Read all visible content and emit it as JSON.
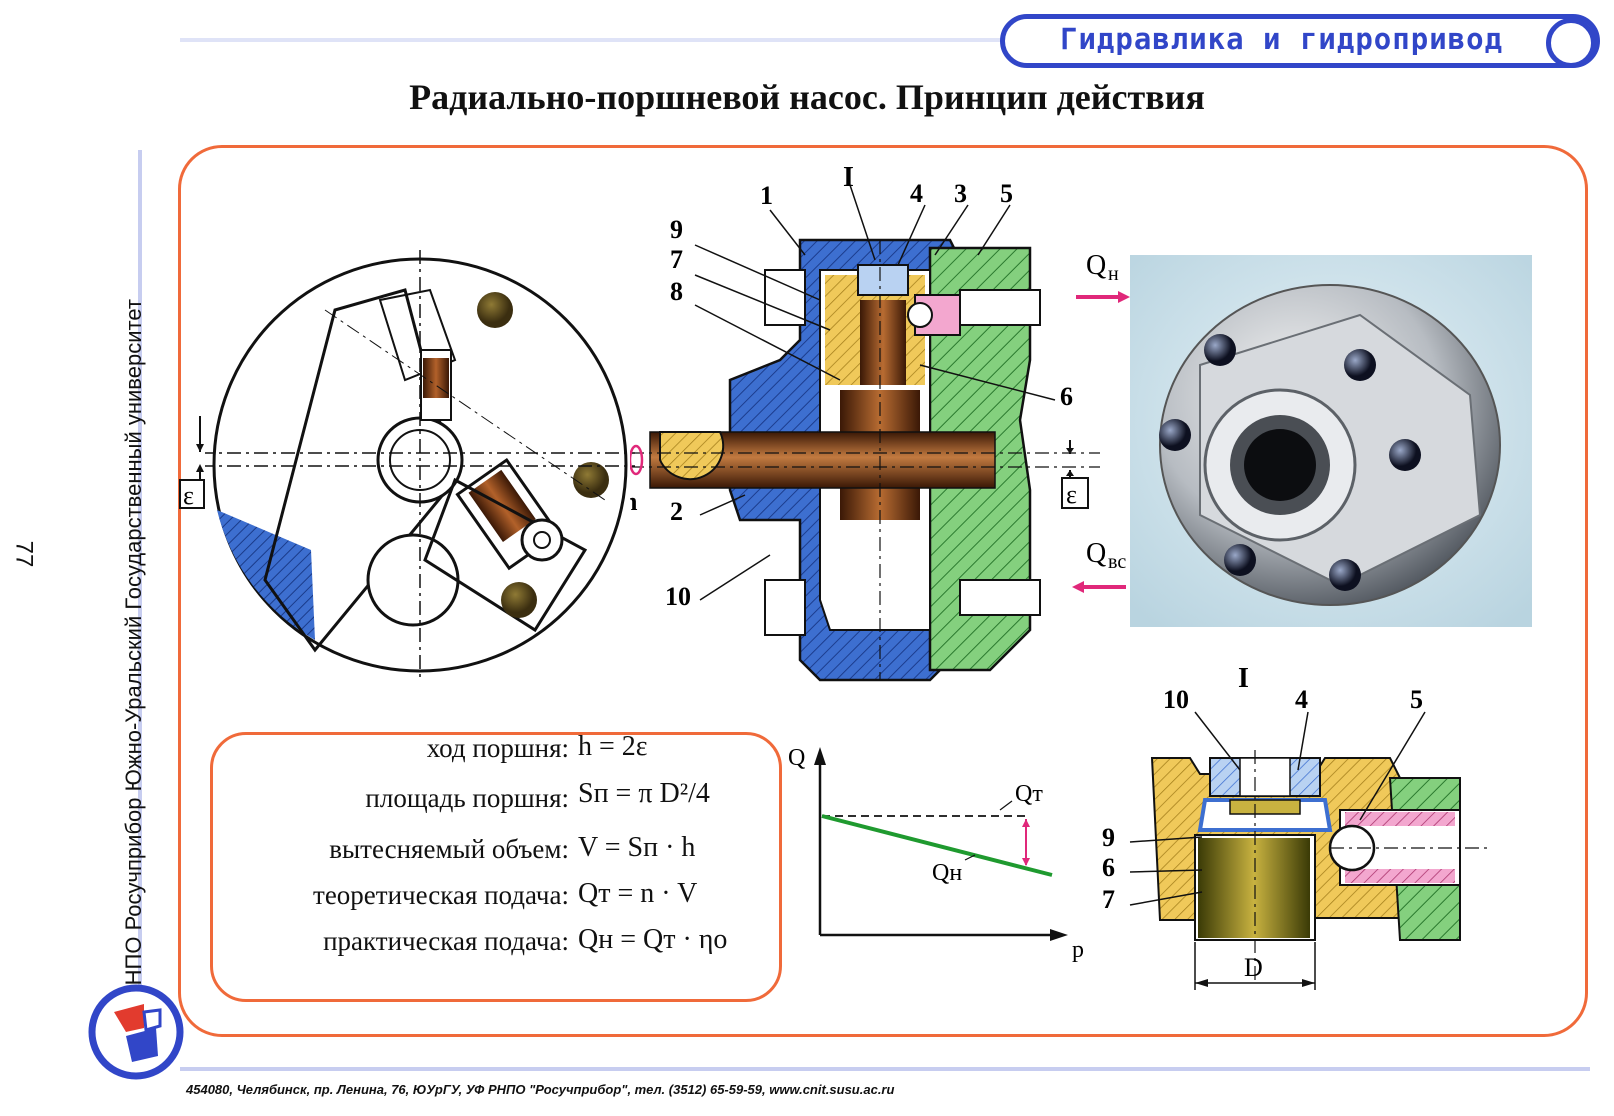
{
  "header": {
    "title": "Гидравлика и гидропривод"
  },
  "page_title": "Радиально-поршневой насос. Принцип действия",
  "sidebar": {
    "text": "РНПО Росучприбор    Южно-Уральский Государственный университет",
    "page_number": "77"
  },
  "section_view": {
    "label_i": "I",
    "part_labels": [
      "1",
      "4",
      "3",
      "5",
      "9",
      "7",
      "8",
      "6",
      "2",
      "10"
    ],
    "eccentricity": "ε",
    "rotation": "n",
    "flow_out": "Q",
    "flow_out_sub": "н",
    "flow_in": "Q",
    "flow_in_sub": "вс"
  },
  "detail_view": {
    "label_i": "I",
    "part_labels": [
      "10",
      "4",
      "5",
      "9",
      "6",
      "7"
    ],
    "dimension": "D"
  },
  "formulas": [
    {
      "label": "ход поршня:",
      "expr": "h = 2ε"
    },
    {
      "label": "площадь поршня:",
      "expr": "Sп = π D²/4"
    },
    {
      "label": "вытесняемый объем:",
      "expr": "V = Sп · h"
    },
    {
      "label": "теоретическая подача:",
      "expr": "Qт = n · V"
    },
    {
      "label": "практическая подача:",
      "expr": "Qн = Qт · ηo"
    }
  ],
  "graph": {
    "y_axis": "Q",
    "x_axis": "p",
    "theoretical_label": "Qт",
    "actual_label": "Qн",
    "colors": {
      "actual": "#1f9a2f",
      "theoretical": "#111111",
      "marker": "#e0287a"
    }
  },
  "footer": "454080, Челябинск, пр. Ленина, 76, ЮУрГУ, УФ РНПО \"Росучприбор\", тел. (3512) 65-59-59, www.cnit.susu.ac.ru",
  "colors": {
    "accent_blue": "#3146c8",
    "frame_orange": "#f06a3a",
    "housing_blue": "#3d6fd0",
    "cover_green": "#7fcf7a",
    "rotor_yellow": "#f0c95a",
    "shaft_brown": "#7a3e16"
  }
}
